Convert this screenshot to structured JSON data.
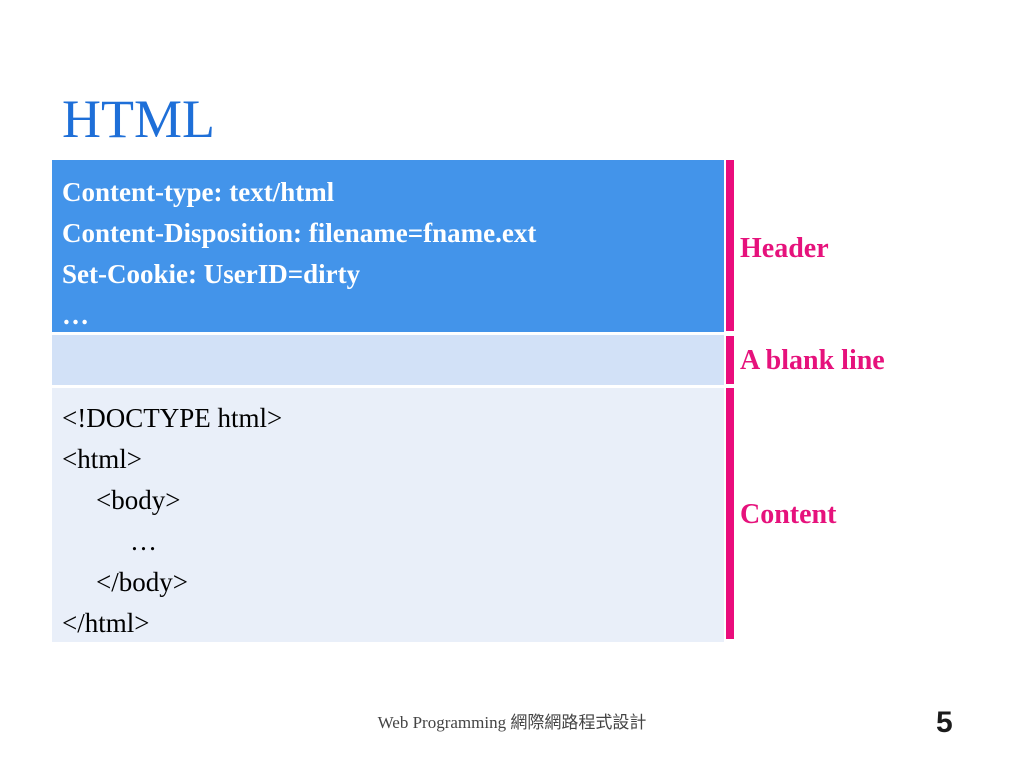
{
  "slide": {
    "title": "HTML",
    "page_number": "5",
    "footer": "Web Programming 網際網路程式設計"
  },
  "header_block": {
    "lines": [
      "Content-type: text/html",
      "Content-Disposition: filename=fname.ext",
      "Set-Cookie: UserID=dirty",
      "…"
    ]
  },
  "content_block": {
    "lines": [
      "<!DOCTYPE html>",
      "<html>",
      "<body>",
      "…",
      "</body>",
      "</html>"
    ]
  },
  "labels": {
    "header": "Header",
    "blank": "A blank line",
    "content": "Content"
  },
  "colors": {
    "title": "#1e6fd8",
    "header_bg": "#4394ea",
    "blank_bg": "#d2e1f7",
    "content_bg": "#e9eff9",
    "accent": "#ea0c7c"
  }
}
